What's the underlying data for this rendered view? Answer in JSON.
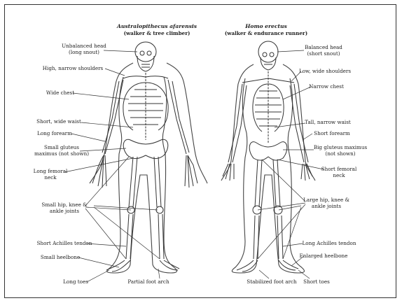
{
  "left": {
    "title": "Australopithecus afarensis",
    "subtitle": "(walker & tree climber)",
    "labels": [
      {
        "line1": "Unbalanced head",
        "line2": "(long snout)"
      },
      {
        "line1": "High, narrow shoulders",
        "line2": ""
      },
      {
        "line1": "Wide chest",
        "line2": ""
      },
      {
        "line1": "Short, wide waist",
        "line2": ""
      },
      {
        "line1": "Long forearm",
        "line2": ""
      },
      {
        "line1": "Small gluteus",
        "line2": "maximus (not shown)"
      },
      {
        "line1": "Long femoral",
        "line2": "neck"
      },
      {
        "line1": "Small hip, knee &",
        "line2": "ankle joints"
      },
      {
        "line1": "Short Achilles tendon",
        "line2": ""
      },
      {
        "line1": "Small heelbone",
        "line2": ""
      },
      {
        "line1": "Long toes",
        "line2": ""
      },
      {
        "line1": "Partial foot arch",
        "line2": ""
      }
    ]
  },
  "right": {
    "title": "Homo erectus",
    "subtitle": "(walker & endurance runner)",
    "labels": [
      {
        "line1": "Balanced head",
        "line2": "(short snout)"
      },
      {
        "line1": "Low, wide shoulders",
        "line2": ""
      },
      {
        "line1": "Narrow chest",
        "line2": ""
      },
      {
        "line1": "Tall, narrow waist",
        "line2": ""
      },
      {
        "line1": "Short forearm",
        "line2": ""
      },
      {
        "line1": "Big gluteus maximus",
        "line2": "(not shown)"
      },
      {
        "line1": "Short femoral",
        "line2": "neck"
      },
      {
        "line1": "Large hip, knee &",
        "line2": "ankle joints"
      },
      {
        "line1": "Long Achilles tendon",
        "line2": ""
      },
      {
        "line1": "Enlarged heelbone",
        "line2": ""
      },
      {
        "line1": "Stabilized foot arch",
        "line2": ""
      },
      {
        "line1": "Short toes",
        "line2": ""
      }
    ]
  }
}
